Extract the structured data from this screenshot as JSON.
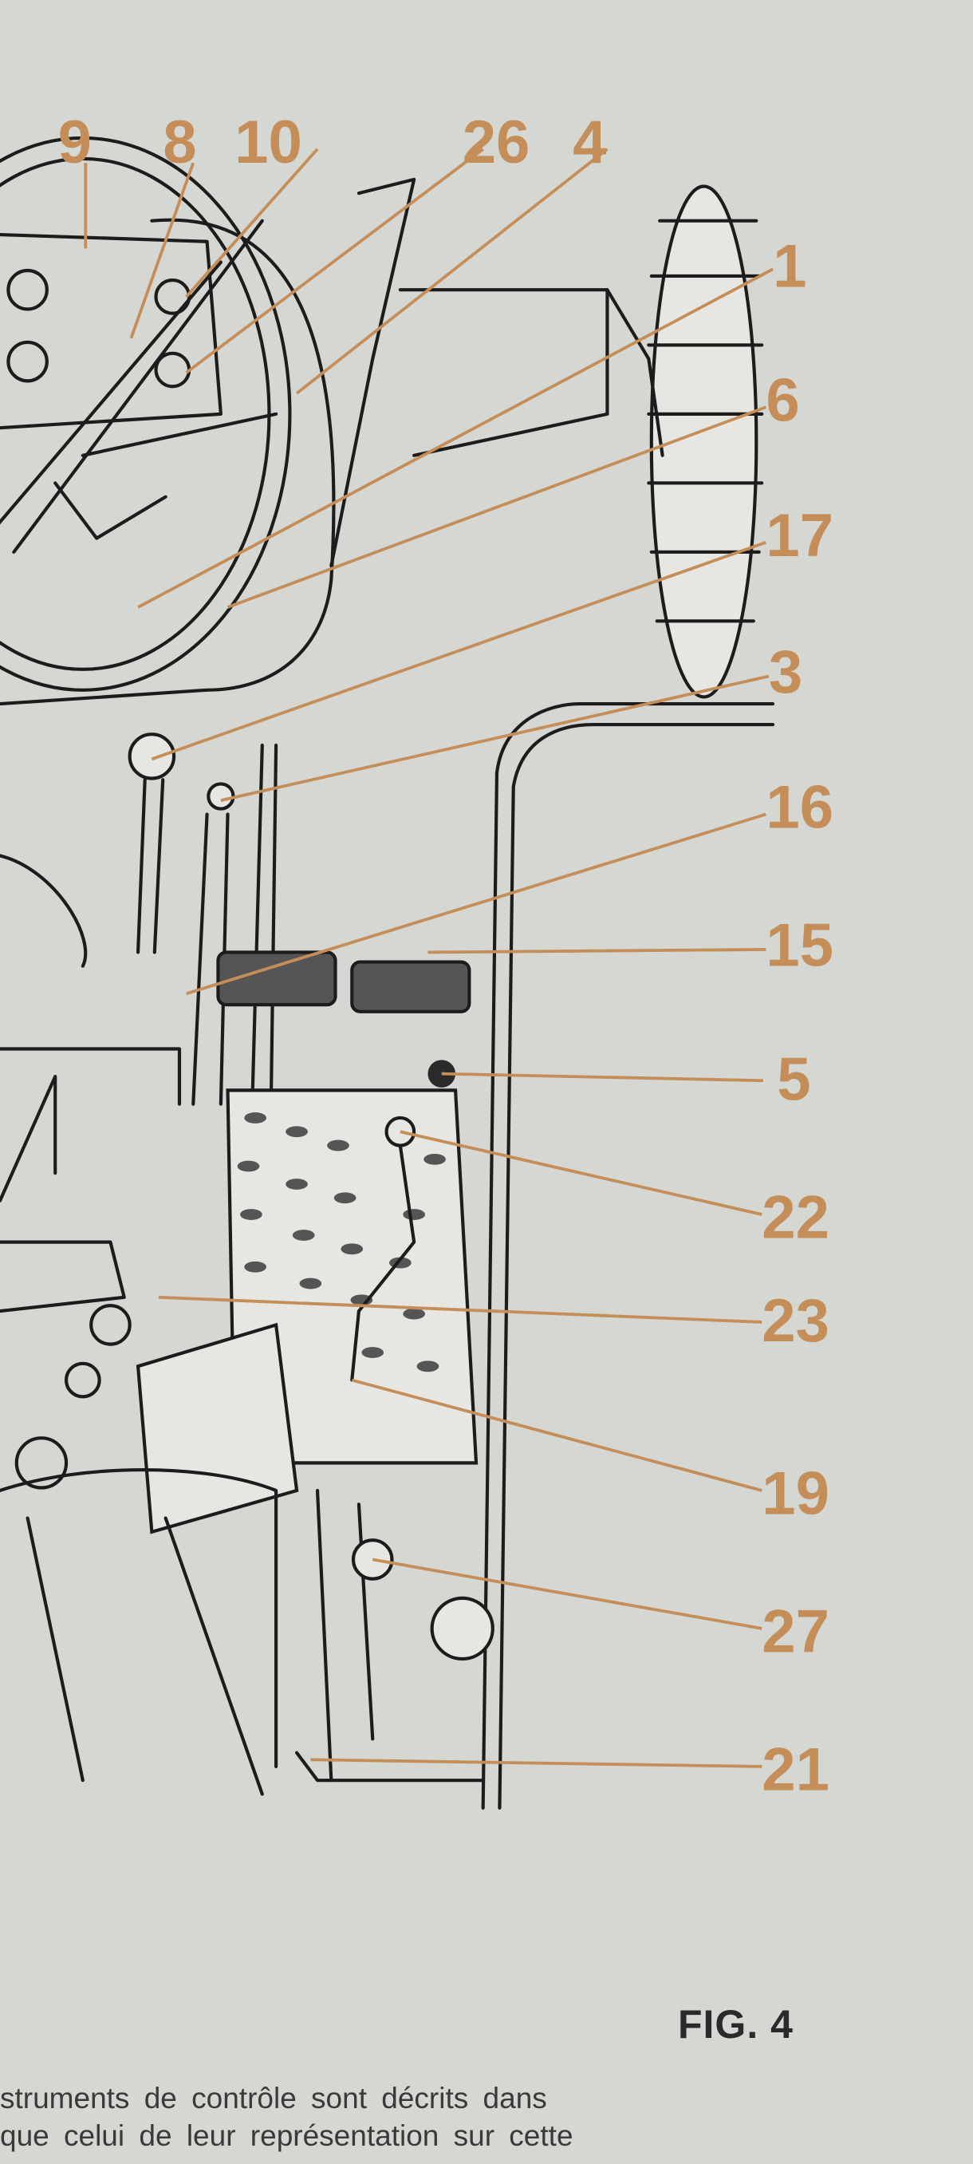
{
  "figure": {
    "callouts": [
      "9",
      "8",
      "10",
      "26",
      "4",
      "1",
      "6",
      "17",
      "3",
      "16",
      "15",
      "5",
      "22",
      "23",
      "19",
      "27",
      "21"
    ],
    "title": "FIG. 4"
  },
  "text": {
    "line1": "struments de contrôle sont décrits dans",
    "line2": "que celui de leur représentation sur cette"
  },
  "colors": {
    "callout": "#c58e58",
    "paper": "#d5d7d3",
    "ink": "#1c1c1c"
  }
}
